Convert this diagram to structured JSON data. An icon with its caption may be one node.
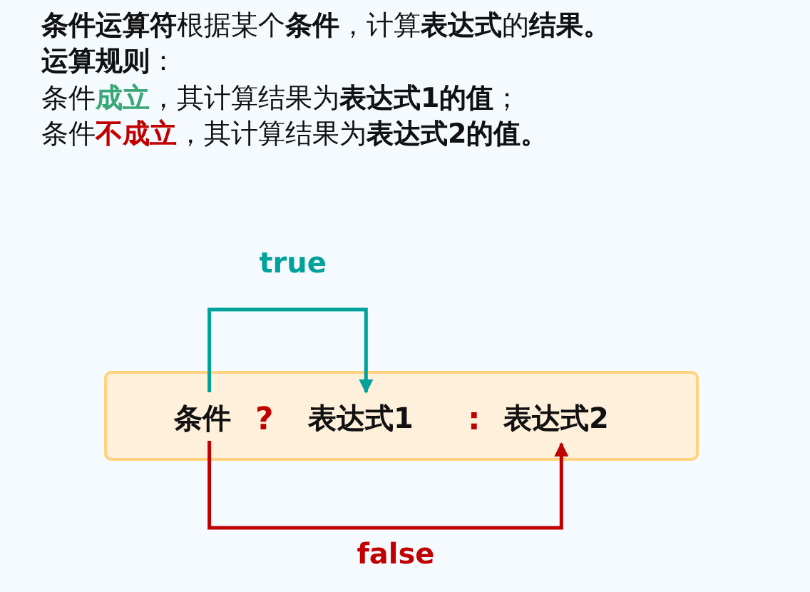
{
  "diagram": {
    "nodes": [
      {
        "text": [],
        "shape": "box"
      },
      {
        "text": [
          "条件"
        ],
        "in": 0
      },
      {
        "text": [
          "表达式1"
        ],
        "in": 0
      },
      {
        "text": [
          "表达式2"
        ],
        "in": 0
      }
    ],
    "edges": [
      {
        "from": 1,
        "to": 2,
        "arrow": "to",
        "label": "true",
        "color": "#00a29a"
      },
      {
        "from": 1,
        "to": 3,
        "arrow": "to",
        "label": "false",
        "color": "#c00000"
      }
    ],
    "labels": [
      "**条件运算符**根据某个**条件**，计算**表达式**的**结果。**",
      "**运算规则**：",
      "条件**成立**，其计算结果为**表达式1的值**；",
      "条件**不成立**，其计算结果为**表达式2的值。**",
      "?",
      ":"
    ]
  }
}
